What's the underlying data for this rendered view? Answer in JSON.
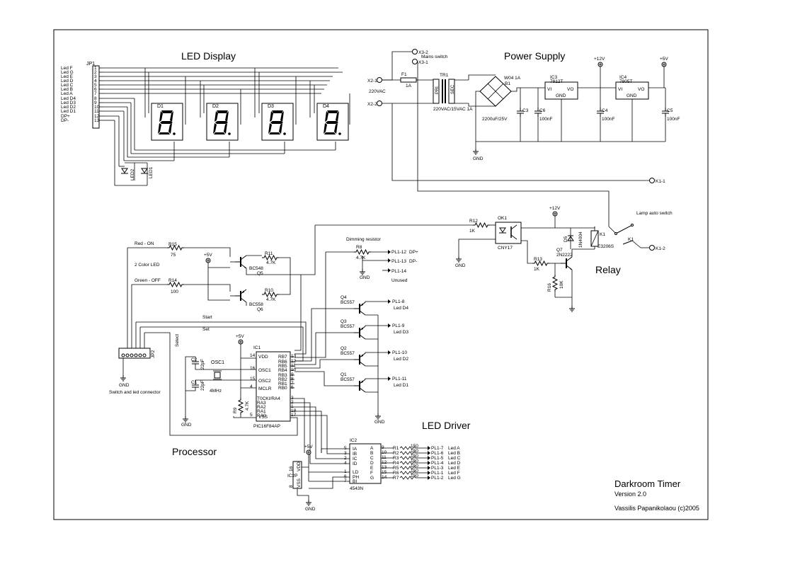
{
  "title": {
    "main": "Darkroom Timer",
    "version": "Version 2.0",
    "author": "Vassilis Papanikolaou (c)2005"
  },
  "sections": {
    "led_display": "LED Display",
    "power_supply": "Power Supply",
    "relay": "Relay",
    "led_driver": "LED Driver",
    "processor": "Processor"
  },
  "jp1": {
    "ref": "JP1",
    "labels": [
      "Led F",
      "Led G",
      "Led E",
      "Led D",
      "Led C",
      "Led B",
      "Led A",
      "Led D4",
      "Led D3",
      "Led D2",
      "Led D1",
      "DP+",
      "DP-"
    ],
    "pins": [
      "1",
      "2",
      "3",
      "4",
      "5",
      "6",
      "7",
      "8",
      "9",
      "10",
      "11",
      "12",
      "13"
    ]
  },
  "digits": [
    "D1",
    "D2",
    "D3",
    "D4"
  ],
  "leds": [
    "LED2",
    "LED1"
  ],
  "power": {
    "x3_2": "X3-2",
    "x3_1": "X3-1",
    "mains_switch": "Mains switch",
    "x2_1": "X2-1",
    "x2_2": "X2-2",
    "vac": "220VAC",
    "f1": "F1",
    "f1_val": "1A",
    "tr1": "TR1",
    "tr1_val": "220VAC/15VAC 1A",
    "pri": "PRI",
    "sec": "SEC",
    "b1": "B1",
    "b1_val": "W04 1A",
    "ic3": "IC3",
    "ic3_val": "7812T",
    "ic4": "IC4",
    "ic4_val": "7805T",
    "vi": "VI",
    "vo": "VO",
    "gnd_pin": "GND",
    "c3": "C3",
    "c3_val": "2200uF/25V",
    "c6": "C6",
    "c6_val": "100nF",
    "c4": "C4",
    "c4_val": "100nF",
    "c5": "C5",
    "c5_val": "100nF",
    "plus12": "+12V",
    "plus5": "+5V",
    "gnd": "GND",
    "k1_1": "K1-1"
  },
  "relay": {
    "lamp_switch": "Lamp auto switch",
    "k1": "K1",
    "k1_2": "K1-2",
    "ok1": "OK1",
    "ok1_val": "CNY17",
    "r12": "R12",
    "r12_val": "1K",
    "r13": "R13",
    "r13_val": "1K",
    "r16": "R16",
    "r16_val": "10K",
    "q7": "Q7",
    "q7_val": "2N2222",
    "d5": "D5",
    "d5_val": "1N4004",
    "k1_coil": "K1",
    "k1_val": "E3206S",
    "plus12": "+12V",
    "gnd": "GND"
  },
  "led2color": {
    "red_on": "Red - ON",
    "r15": "R15",
    "r15_val": "75",
    "green_off": "Green - OFF",
    "r14": "R14",
    "r14_val": "100",
    "two_color": "2 Color LED",
    "r11": "R11",
    "r11_val": "4.7K",
    "r10": "R10",
    "r10_val": "4.7K",
    "q5": "Q5",
    "q5_val": "BC548",
    "q6": "Q6",
    "q6_val": "BC558",
    "plus5": "+5V"
  },
  "dimming": {
    "title": "Dimming resistor",
    "r8": "R8",
    "r8_val": "4.7K",
    "pl12": "PL1-12",
    "dp_plus": "DP+",
    "pl13": "PL1-13",
    "dp_minus": "DP-",
    "pl14": "PL1-14",
    "unused": "Unused",
    "gnd": "GND"
  },
  "drivers": [
    {
      "ref": "Q4",
      "val": "BC557",
      "pl": "PL1-8",
      "led": "Led D4"
    },
    {
      "ref": "Q3",
      "val": "BC557",
      "pl": "PL1-9",
      "led": "Led D3"
    },
    {
      "ref": "Q2",
      "val": "BC557",
      "pl": "PL1-10",
      "led": "Led D2"
    },
    {
      "ref": "Q1",
      "val": "BC557",
      "pl": "PL1-11",
      "led": "Led D1"
    }
  ],
  "driver_gnd": "GND",
  "processor": {
    "start": "Start",
    "set": "Set",
    "select": "Select",
    "jp2": "JP2",
    "conn_label": "Switch and led connector",
    "gnd": "GND",
    "plus5": "+5V",
    "ic1": "IC1",
    "ic1_val": "PIC16F84AP",
    "vdd": "VDD",
    "vss": "VSS",
    "osc1": "OSC1",
    "osc2": "OSC2",
    "mclr": "MCLR",
    "xtal_ref": "OSC1",
    "xtal_val": "4MHz",
    "c2": "C2",
    "c2_val": "22pF",
    "c1": "C1",
    "c1_val": "22pF",
    "r9": "R9",
    "r9_val": "4.7K",
    "right_pins": [
      "RB7",
      "RB6",
      "RB5",
      "RB4",
      "RB3",
      "RB2",
      "RB1",
      "RB0"
    ],
    "right_nums": [
      "13",
      "12",
      "11",
      "10",
      "9",
      "8",
      "7",
      "6"
    ],
    "ra_pins": [
      "T0CKI/RA4",
      "RA3",
      "RA2",
      "RA1",
      "RA0"
    ],
    "ra_nums": [
      "3",
      "2",
      "1",
      "18",
      "17"
    ],
    "vdd_num": "14",
    "osc1_num": "16",
    "osc2_num": "15",
    "mclr_num": "4",
    "vss_num": "5"
  },
  "ic2": {
    "ref": "IC2",
    "val": "4543N",
    "ic2p": "IC2P",
    "vdd": "VDD",
    "vss": "VSS",
    "vdd_num": "16",
    "vss_num": "8",
    "inputs": [
      "IA",
      "IB",
      "IC",
      "ID"
    ],
    "in_nums": [
      "5",
      "3",
      "2",
      "4"
    ],
    "ctrl": [
      "LD",
      "PH",
      "BI"
    ],
    "ctrl_nums": [
      "1",
      "6",
      "7"
    ],
    "outputs": [
      "A",
      "B",
      "C",
      "D",
      "E",
      "F",
      "G"
    ],
    "out_nums": [
      "9",
      "10",
      "11",
      "12",
      "13",
      "15",
      "14"
    ],
    "plus5": "+5V",
    "gnd": "GND"
  },
  "seg_resistors": [
    {
      "ref": "R1",
      "val": "150",
      "pl": "PL1-7",
      "led": "Led A"
    },
    {
      "ref": "R2",
      "val": "150",
      "pl": "PL1-6",
      "led": "Led B"
    },
    {
      "ref": "R3",
      "val": "150",
      "pl": "PL1-5",
      "led": "Led C"
    },
    {
      "ref": "R4",
      "val": "150",
      "pl": "PL1-4",
      "led": "Led D"
    },
    {
      "ref": "R5",
      "val": "150",
      "pl": "PL1-3",
      "led": "Led E"
    },
    {
      "ref": "R6",
      "val": "150",
      "pl": "PL1-1",
      "led": "Led F"
    },
    {
      "ref": "R7",
      "val": "150",
      "pl": "PL1-2",
      "led": "Led G"
    }
  ]
}
